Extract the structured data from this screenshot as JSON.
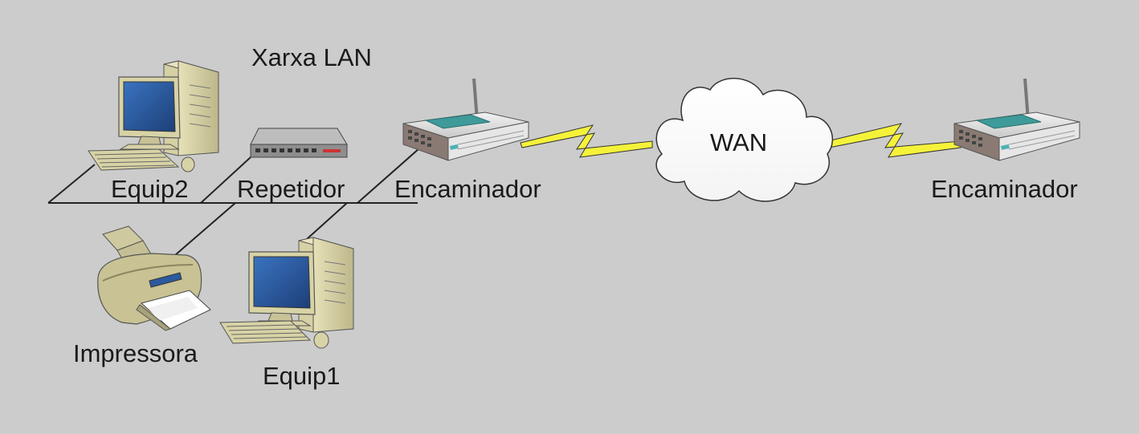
{
  "diagram": {
    "title": "Xarxa LAN",
    "nodes": {
      "equip2": "Equip2",
      "repetidor": "Repetidor",
      "encaminador_lan": "Encaminador",
      "wan": "WAN",
      "encaminador_remote": "Encaminador",
      "impressora": "Impressora",
      "equip1": "Equip1"
    }
  },
  "colors": {
    "background": "#cccccc",
    "lightning": "#f5f23a",
    "monitor_screen": "#2b5a9e",
    "beige": "#d8d3a6"
  }
}
